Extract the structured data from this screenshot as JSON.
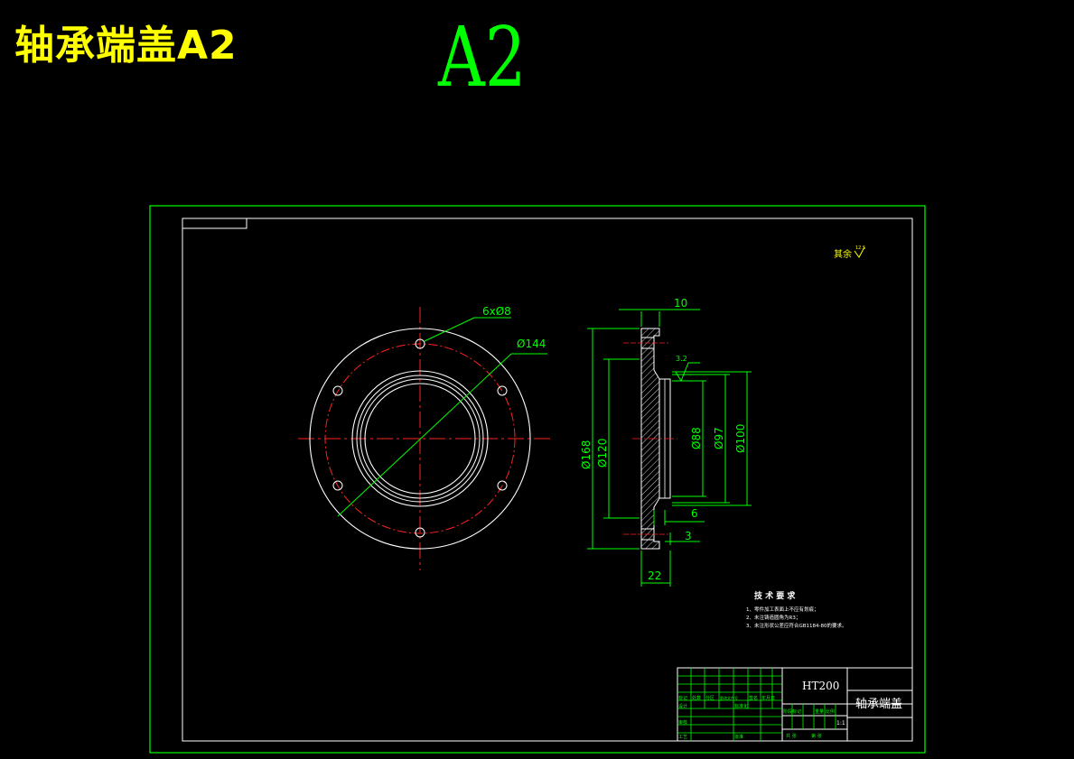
{
  "header": {
    "title": "轴承端盖A2",
    "sheet_size": "A2"
  },
  "surface_note": {
    "label": "其余",
    "roughness": "12.5"
  },
  "dimensions": {
    "holes": "6xØ8",
    "bolt_circle": "Ø144",
    "width_10": "10",
    "roughness_top": "3.2",
    "d168": "Ø168",
    "d120": "Ø120",
    "d88": "Ø88",
    "d97": "Ø97",
    "d100": "Ø100",
    "d6": "6",
    "d3": "3",
    "d22": "22"
  },
  "tech_requirements": {
    "heading": "技 术 要 求",
    "lines": [
      "1、零件加工表面上不应有划痕；",
      "2、未注铸造圆角为R3；",
      "3、未注形状公差应符合GB1184-80的要求。"
    ]
  },
  "title_block": {
    "material": "HT200",
    "part_name": "轴承端盖",
    "scale": "1:1",
    "cells": [
      "标记",
      "处数",
      "分区",
      "更改文件号",
      "签名",
      "年月日",
      "设计",
      "标准化",
      "审核",
      "工艺",
      "批准",
      "阶段标记",
      "重量",
      "比例",
      "共 张",
      "第 张"
    ]
  }
}
